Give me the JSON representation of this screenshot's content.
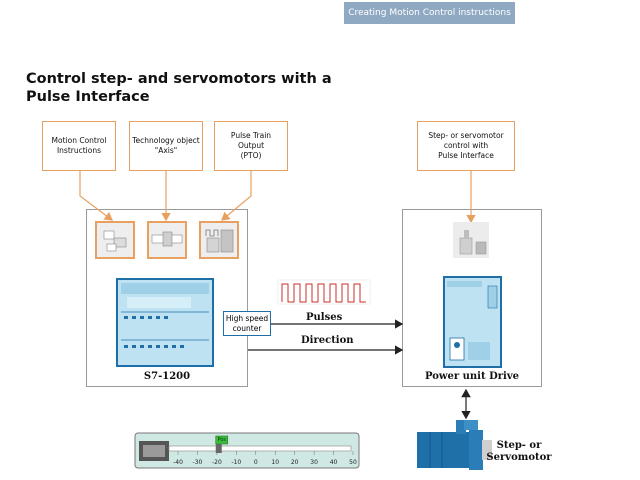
{
  "header": {
    "tab_label": "Creating Motion Control instructions"
  },
  "title": {
    "line1": "Control step- and servomotors with a",
    "line2": "Pulse Interface"
  },
  "top_boxes": [
    {
      "label_line1": "Motion Control",
      "label_line2": "Instructions"
    },
    {
      "label_line1": "Technology object",
      "label_line2": "\"Axis\""
    },
    {
      "label_line1": "Pulse Train Output",
      "label_line2": "(PTO)"
    }
  ],
  "right_box": {
    "line1": "Step- or servomotor",
    "line2": "control with",
    "line3": "Pulse Interface"
  },
  "plc": {
    "label": "S7-1200"
  },
  "counter": {
    "line1": "High speed",
    "line2": "counter"
  },
  "signals": {
    "pulses": "Pulses",
    "direction": "Direction"
  },
  "drive": {
    "label": "Power unit Drive"
  },
  "motor": {
    "line1": "Step- or",
    "line2": "Servomotor"
  },
  "slider": {
    "badge": "Pos",
    "ticks": [
      "-40",
      "-30",
      "-20",
      "-10",
      "0",
      "10",
      "20",
      "30",
      "40",
      "50"
    ],
    "position_value": 0.25
  },
  "colors": {
    "arrow": "#e8a060",
    "accent_blue": "#1e6fa8",
    "header_bg": "#8fa9c3",
    "signal_red": "#c8322b"
  }
}
